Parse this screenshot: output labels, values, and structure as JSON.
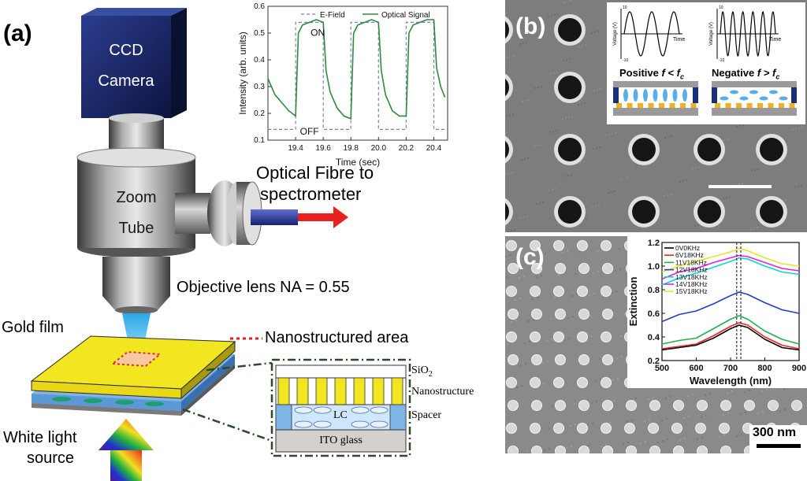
{
  "panel_a": {
    "label": "(a)",
    "camera_line1": "CCD",
    "camera_line2": "Camera",
    "zoom_line1": "Zoom",
    "zoom_line2": "Tube",
    "fibre_line1": "Optical Fibre to",
    "fibre_line2": "spectrometer",
    "objective": "Objective lens NA = 0.55",
    "gold_film": "Gold film",
    "nano_area": "Nanostructured area",
    "white_light_line1": "White light",
    "white_light_line2": "source",
    "inset_layers": {
      "sio2": "SiO",
      "sio2_sub": "2",
      "nano": "Nanostructure",
      "lc": "LC",
      "spacer": "Spacer",
      "ito": "ITO glass"
    }
  },
  "panel_b": {
    "label": "(b)",
    "positive_label": "Positive",
    "positive_cond": "f < f",
    "negative_label": "Negative",
    "negative_cond": "f > f",
    "cond_sub": "c",
    "wave_ylabel": "Voltage (V)",
    "wave_xlabel": "Time",
    "wave_ymax": "10",
    "wave_ymin": "-10",
    "wave_zero": "0"
  },
  "panel_c": {
    "label": "(c)",
    "scalebar": "300 nm"
  },
  "chart_data": [
    {
      "type": "line",
      "xlabel": "Time (sec)",
      "ylabel": "Intensity (arb. units)",
      "xlim": [
        19.2,
        20.5
      ],
      "ylim": [
        0.1,
        0.6
      ],
      "xticks": [
        "19.4",
        "19.6",
        "19.8",
        "20.0",
        "20.2",
        "20.4"
      ],
      "yticks": [
        "0.1",
        "0.2",
        "0.3",
        "0.4",
        "0.5",
        "0.6"
      ],
      "legend": [
        "E-Field",
        "Optical Signal"
      ],
      "legend_position": "top",
      "annotations": [
        "ON",
        "OFF"
      ],
      "series": [
        {
          "name": "E-Field",
          "style": "dashed",
          "color": "#8080c0",
          "x": [
            19.2,
            19.4,
            19.4,
            19.6,
            19.6,
            19.8,
            19.8,
            20.0,
            20.0,
            20.2,
            20.2,
            20.4,
            20.4,
            20.5
          ],
          "y": [
            0.14,
            0.14,
            0.54,
            0.54,
            0.14,
            0.14,
            0.54,
            0.54,
            0.14,
            0.14,
            0.54,
            0.54,
            0.14,
            0.14
          ]
        },
        {
          "name": "Optical Signal",
          "style": "solid",
          "color": "#2e8b3e",
          "x": [
            19.2,
            19.25,
            19.3,
            19.35,
            19.4,
            19.42,
            19.45,
            19.5,
            19.55,
            19.6,
            19.62,
            19.65,
            19.7,
            19.75,
            19.8,
            19.82,
            19.85,
            19.9,
            19.95,
            20.0,
            20.02,
            20.05,
            20.1,
            20.15,
            20.2,
            20.22,
            20.25,
            20.3,
            20.35,
            20.4,
            20.42,
            20.45,
            20.48
          ],
          "y": [
            0.33,
            0.27,
            0.24,
            0.21,
            0.19,
            0.5,
            0.53,
            0.54,
            0.55,
            0.54,
            0.36,
            0.28,
            0.22,
            0.19,
            0.18,
            0.5,
            0.53,
            0.54,
            0.55,
            0.54,
            0.36,
            0.27,
            0.21,
            0.19,
            0.19,
            0.5,
            0.53,
            0.54,
            0.55,
            0.55,
            0.37,
            0.3,
            0.26
          ]
        }
      ]
    },
    {
      "type": "line",
      "xlabel": "Wavelength (nm)",
      "ylabel": "Extinction",
      "xlim": [
        500,
        900
      ],
      "ylim": [
        0.2,
        1.2
      ],
      "xticks": [
        "500",
        "600",
        "700",
        "800",
        "900"
      ],
      "yticks": [
        "0.2",
        "0.4",
        "0.6",
        "0.8",
        "1.0",
        "1.2"
      ],
      "legend_position": "top-left",
      "reference_lines_x": [
        718,
        730
      ],
      "x": [
        500,
        550,
        600,
        650,
        700,
        725,
        750,
        800,
        850,
        900
      ],
      "series": [
        {
          "name": "0V0KHz",
          "color": "#000000",
          "values": [
            0.29,
            0.31,
            0.33,
            0.39,
            0.47,
            0.5,
            0.48,
            0.38,
            0.31,
            0.29
          ]
        },
        {
          "name": "6V18KHz",
          "color": "#e8242a",
          "values": [
            0.3,
            0.32,
            0.34,
            0.41,
            0.49,
            0.52,
            0.5,
            0.4,
            0.33,
            0.3
          ]
        },
        {
          "name": "11V18KHz",
          "color": "#22b14c",
          "values": [
            0.34,
            0.37,
            0.39,
            0.47,
            0.55,
            0.58,
            0.55,
            0.45,
            0.38,
            0.34
          ]
        },
        {
          "name": "12V18KHz",
          "color": "#1f3ec8",
          "values": [
            0.53,
            0.59,
            0.62,
            0.68,
            0.75,
            0.78,
            0.76,
            0.69,
            0.63,
            0.6
          ]
        },
        {
          "name": "13V18KHz",
          "color": "#00d8d8",
          "values": [
            0.84,
            0.9,
            0.94,
            0.99,
            1.04,
            1.07,
            1.06,
            1.0,
            0.95,
            0.93
          ]
        },
        {
          "name": "14V18KHz",
          "color": "#e020e0",
          "values": [
            0.89,
            0.95,
            0.98,
            1.03,
            1.07,
            1.09,
            1.08,
            1.03,
            0.98,
            0.96
          ]
        },
        {
          "name": "15V18KHz",
          "color": "#e6e628",
          "values": [
            0.95,
            1.0,
            1.04,
            1.08,
            1.12,
            1.15,
            1.13,
            1.07,
            1.02,
            1.0
          ]
        }
      ]
    }
  ]
}
